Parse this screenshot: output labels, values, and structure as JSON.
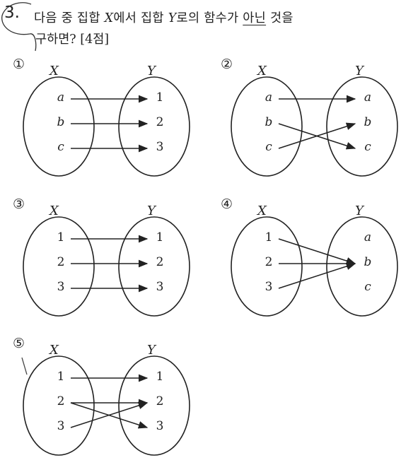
{
  "question": {
    "number": "3.",
    "line1_a": "다음 중 집합 ",
    "set_x": "X",
    "line1_b": "에서 집합 ",
    "set_y": "Y",
    "line1_c": "로의 함수가 ",
    "emphasis": "아닌",
    "line1_d": " 것을",
    "line2": "구하면? [4점]"
  },
  "choices": [
    {
      "label": "①",
      "x_label": "X",
      "y_label": "Y",
      "domain": [
        "a",
        "b",
        "c"
      ],
      "codomain": [
        "1",
        "2",
        "3"
      ],
      "mapping": [
        [
          0,
          0
        ],
        [
          1,
          1
        ],
        [
          2,
          2
        ]
      ],
      "italic": [
        true,
        false
      ]
    },
    {
      "label": "②",
      "x_label": "X",
      "y_label": "Y",
      "domain": [
        "a",
        "b",
        "c"
      ],
      "codomain": [
        "a",
        "b",
        "c"
      ],
      "mapping": [
        [
          0,
          0
        ],
        [
          1,
          2
        ],
        [
          2,
          1
        ]
      ],
      "italic": [
        true,
        true
      ]
    },
    {
      "label": "③",
      "x_label": "X",
      "y_label": "Y",
      "domain": [
        "1",
        "2",
        "3"
      ],
      "codomain": [
        "1",
        "2",
        "3"
      ],
      "mapping": [
        [
          0,
          0
        ],
        [
          1,
          1
        ],
        [
          2,
          2
        ]
      ],
      "italic": [
        false,
        false
      ]
    },
    {
      "label": "④",
      "x_label": "X",
      "y_label": "Y",
      "domain": [
        "1",
        "2",
        "3"
      ],
      "codomain": [
        "a",
        "b",
        "c"
      ],
      "mapping": [
        [
          0,
          1
        ],
        [
          1,
          1
        ],
        [
          2,
          1
        ]
      ],
      "italic": [
        false,
        true
      ]
    },
    {
      "label": "⑤",
      "x_label": "X",
      "y_label": "Y",
      "domain": [
        "1",
        "2",
        "3"
      ],
      "codomain": [
        "1",
        "2",
        "3"
      ],
      "mapping": [
        [
          0,
          0
        ],
        [
          1,
          1
        ],
        [
          1,
          2
        ],
        [
          2,
          1
        ]
      ],
      "italic": [
        false,
        false
      ]
    }
  ]
}
